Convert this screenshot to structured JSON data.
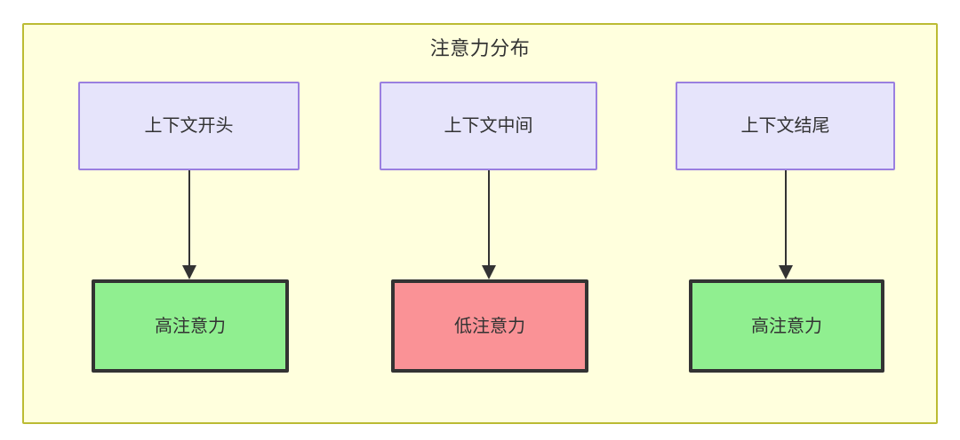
{
  "diagram": {
    "title": "注意力分布",
    "container": {
      "fill": "#ffffdd",
      "border": "#bbbb33"
    },
    "palette": {
      "source_fill": "#e6e4fb",
      "source_border": "#9a7fe0",
      "high_fill": "#90ef90",
      "low_fill": "#fa9296",
      "result_border": "#333333",
      "text": "#333333",
      "edge": "#333333"
    },
    "sources": [
      {
        "id": "ctx-start",
        "label": "上下文开头"
      },
      {
        "id": "ctx-middle",
        "label": "上下文中间"
      },
      {
        "id": "ctx-end",
        "label": "上下文结尾"
      }
    ],
    "results": [
      {
        "id": "attn-high-start",
        "label": "高注意力",
        "level": "high"
      },
      {
        "id": "attn-low-middle",
        "label": "低注意力",
        "level": "low"
      },
      {
        "id": "attn-high-end",
        "label": "高注意力",
        "level": "high"
      }
    ],
    "edges": [
      {
        "from": "ctx-start",
        "to": "attn-high-start"
      },
      {
        "from": "ctx-middle",
        "to": "attn-low-middle"
      },
      {
        "from": "ctx-end",
        "to": "attn-high-end"
      }
    ]
  }
}
